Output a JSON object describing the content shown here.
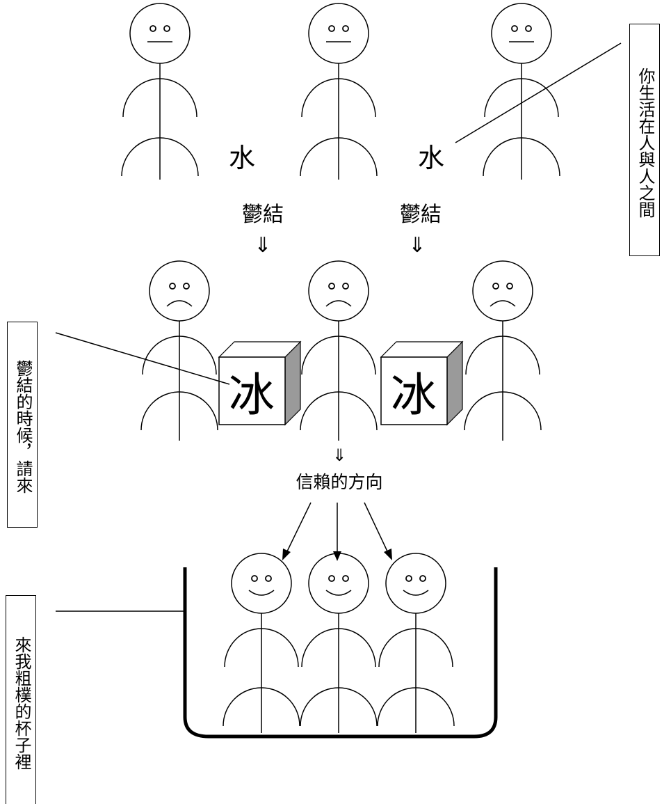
{
  "top_row": {
    "water_labels": [
      "水",
      "水"
    ]
  },
  "arrows_top": {
    "labels": [
      "鬱結",
      "鬱結"
    ],
    "symbol": "⇓"
  },
  "middle_row": {
    "ice_labels": [
      "冰",
      "冰"
    ]
  },
  "trust": {
    "symbol": "⇓",
    "label": "信賴的方向"
  },
  "callouts": {
    "top_right": "你生活在人與人之間",
    "middle_left": "鬱結的時候，請來",
    "bottom_left": "來我粗樸的杯子裡"
  }
}
